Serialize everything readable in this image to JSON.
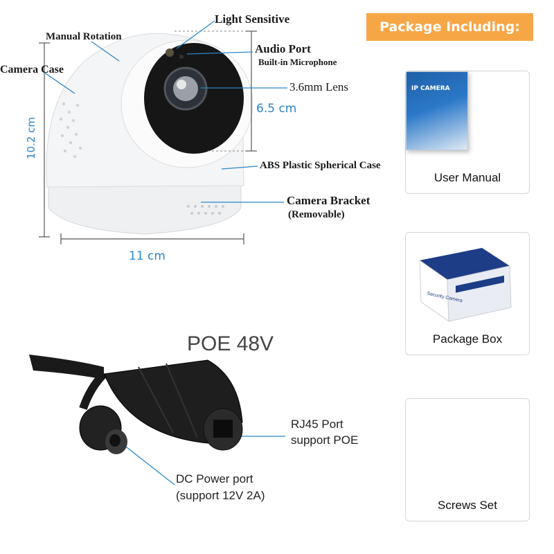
{
  "camera_labels": {
    "light_sensitive": "Light Sensitive",
    "manual_rotation": "Manual Rotation",
    "audio_port": "Audio Port",
    "built_in_microphone": "Built-in Microphone",
    "camera_case": "Camera Case",
    "lens": "3.6mm Lens",
    "height_65": "6.5 cm",
    "height_102": "10.2 cm",
    "abs_case": "ABS Plastic Spherical Case",
    "camera_bracket": "Camera Bracket",
    "removable": "(Removable)",
    "width_11": "11 cm"
  },
  "poe": {
    "title": "POE 48V",
    "rj45_line1": "RJ45 Port",
    "rj45_line2": "support POE",
    "dc_line1": "DC Power port",
    "dc_line2": "(support 12V 2A)"
  },
  "package": {
    "banner": "Package Including:",
    "items": [
      {
        "label": "User Manual"
      },
      {
        "label": "Package Box"
      },
      {
        "label": "Screws Set"
      }
    ],
    "manual_cover_title": "IP CAMERA",
    "box_text": "Security Camera"
  },
  "colors": {
    "banner": "#f7a646",
    "dimension": "#2a86c8",
    "pointer": "#2a86c8"
  }
}
